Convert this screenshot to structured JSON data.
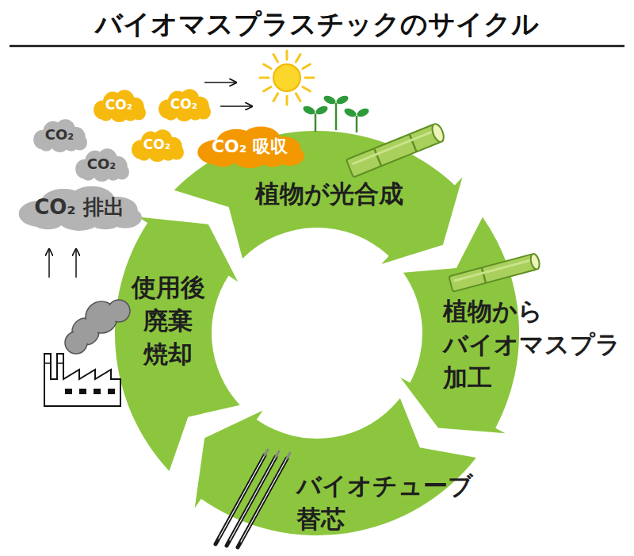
{
  "diagram": {
    "title": "バイオマスプラスチックのサイクル",
    "nodes": [
      {
        "text": [
          "CO₂"
        ]
      },
      {
        "text": [
          "CO₂"
        ]
      },
      {
        "text": [
          "CO₂"
        ]
      },
      {
        "text": [
          "CO₂"
        ]
      },
      {
        "text": [
          "CO₂ 吸収"
        ]
      },
      {
        "text": [
          "CO₂"
        ]
      },
      {
        "text": [
          "CO₂ 排出"
        ]
      },
      {
        "text": [
          "植物が光合成"
        ]
      },
      {
        "text": [
          "植物から バイオマスプラ 加工"
        ]
      },
      {
        "text": [
          "バイオチューブ 替芯"
        ]
      },
      {
        "text": [
          "使用後 廃棄 焼却"
        ]
      }
    ]
  }
}
